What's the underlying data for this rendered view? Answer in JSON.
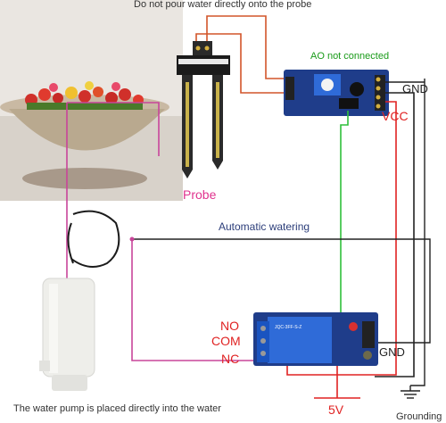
{
  "labels": {
    "top_note": "Do not pour water directly onto the probe",
    "ao_note": "AO not connected",
    "gnd_top": "GND",
    "vcc": "VCC",
    "probe": "Probe",
    "auto_watering": "Automatic watering",
    "no": "NO",
    "com": "COM",
    "nc": "NC",
    "gnd_relay": "GND",
    "pump_note": "The water pump is placed directly into the water",
    "five_v": "5V",
    "grounding": "Grounding"
  },
  "colors": {
    "wire_orange": "#d2552a",
    "wire_pink": "#c8459a",
    "wire_black": "#222222",
    "wire_green": "#2fbf3a",
    "wire_red": "#e02222",
    "board_blue": "#1f3d8a"
  }
}
